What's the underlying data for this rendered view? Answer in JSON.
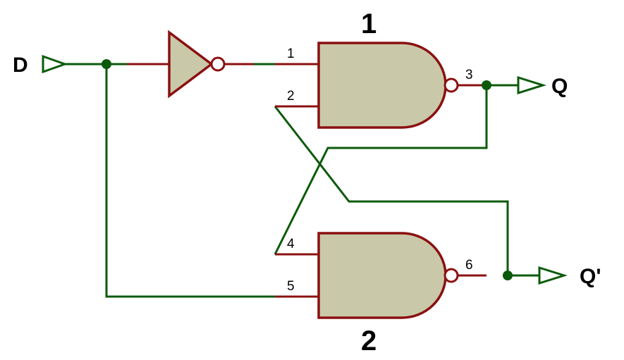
{
  "gates": {
    "gate1_label": "1",
    "gate2_label": "2"
  },
  "signals": {
    "input": "D",
    "output_q": "Q",
    "output_q_bar": "Q'"
  },
  "pins": {
    "p1": "1",
    "p2": "2",
    "p3": "3",
    "p4": "4",
    "p5": "5",
    "p6": "6"
  },
  "colors": {
    "wire": "#0b5a0b",
    "pin": "#8b1010",
    "gate_fill": "#c9c9a9"
  }
}
